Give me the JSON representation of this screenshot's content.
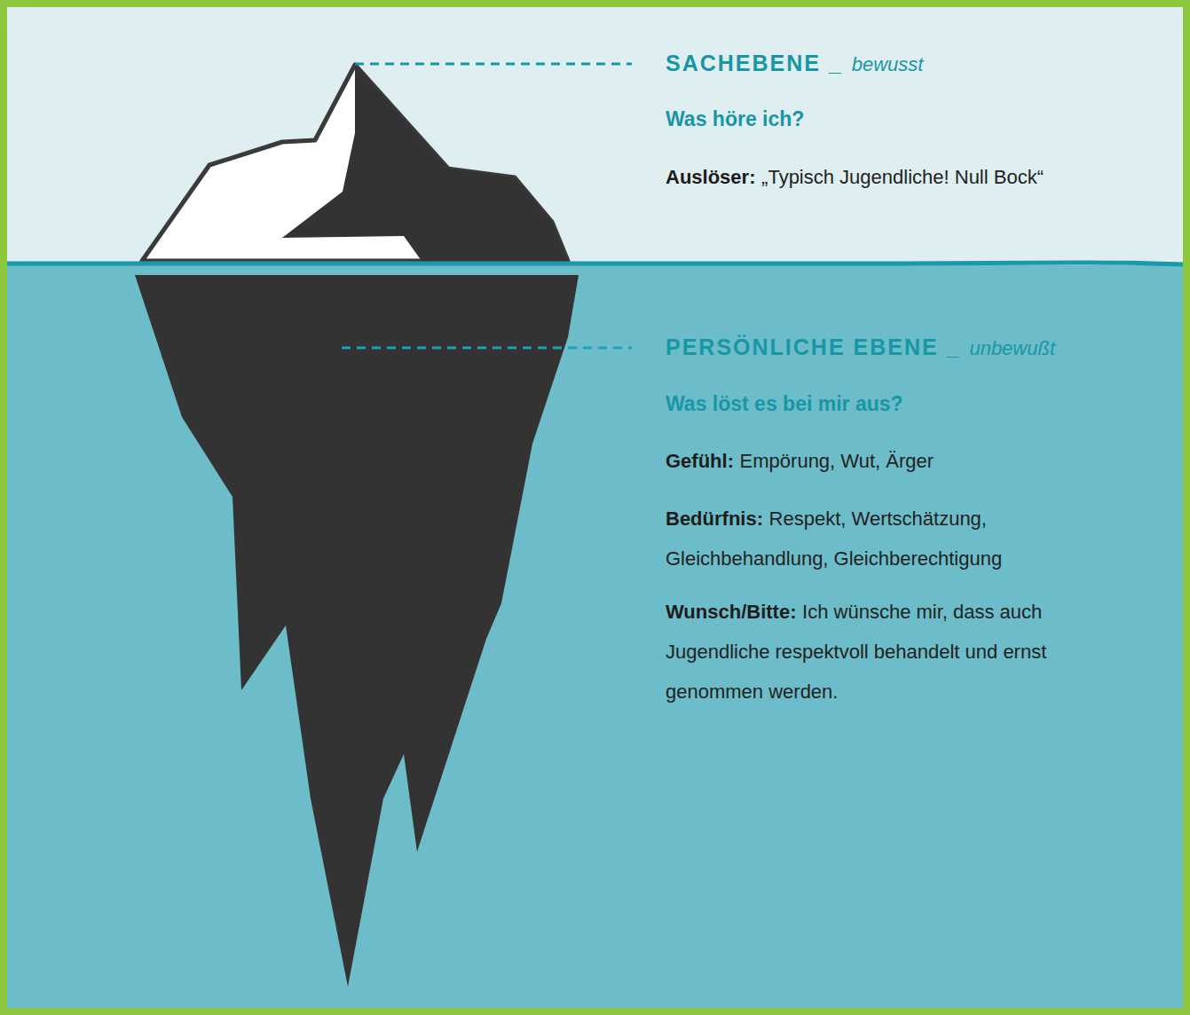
{
  "diagram": {
    "nodes": [
      {
        "text": [
          "SACHEBENE _",
          "bewusst",
          "Was höre ich?",
          "Auslöser:",
          "„Typisch Jugendliche! Null Bock“"
        ]
      },
      {
        "text": [
          "PERSÖNLICHE EBENE _",
          "unbewußt",
          "Was löst es bei mir aus?",
          "Gefühl:",
          "Empörung, Wut, Ärger",
          "Bedürfnis:",
          "Respekt, Wertschätzung, Gleichbehandlung, Gleichberechtigung",
          "Wunsch/Bitte:",
          "Ich wünsche mir, dass auch Jugendliche respektvoll behandelt und ernst genommen werden."
        ]
      }
    ]
  }
}
